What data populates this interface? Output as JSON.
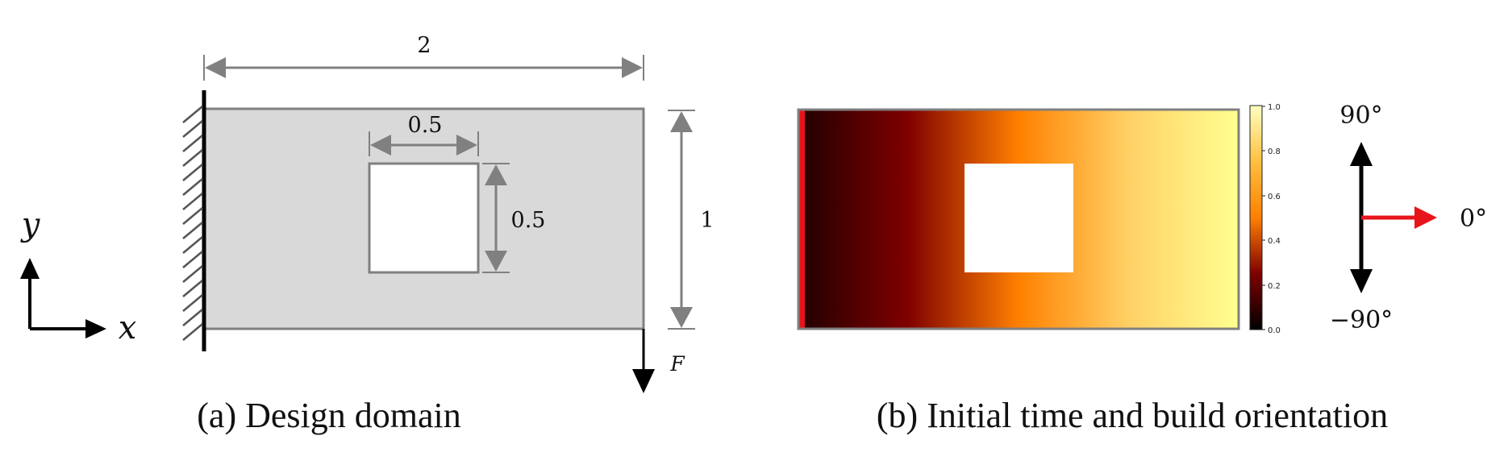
{
  "panel_a": {
    "caption": "(a) Design domain",
    "width_label": "2",
    "height_label": "1",
    "hole_width_label": "0.5",
    "hole_height_label": "0.5",
    "force_label": "F",
    "axis_x_label": "x",
    "axis_y_label": "y"
  },
  "panel_b": {
    "caption": "(b) Initial time and build orientation",
    "colorbar": {
      "colormap": "afmhot",
      "ticks": [
        "1.0",
        "0.8",
        "0.6",
        "0.4",
        "0.2",
        "0.0"
      ]
    },
    "orientation": {
      "up_label": "90°",
      "right_label": "0°",
      "down_label": "−90°"
    }
  },
  "colors": {
    "domain_fill": "#d9d9d9",
    "dimension_gray": "#808080",
    "orientation_red": "#e8141b",
    "black": "#000000"
  }
}
